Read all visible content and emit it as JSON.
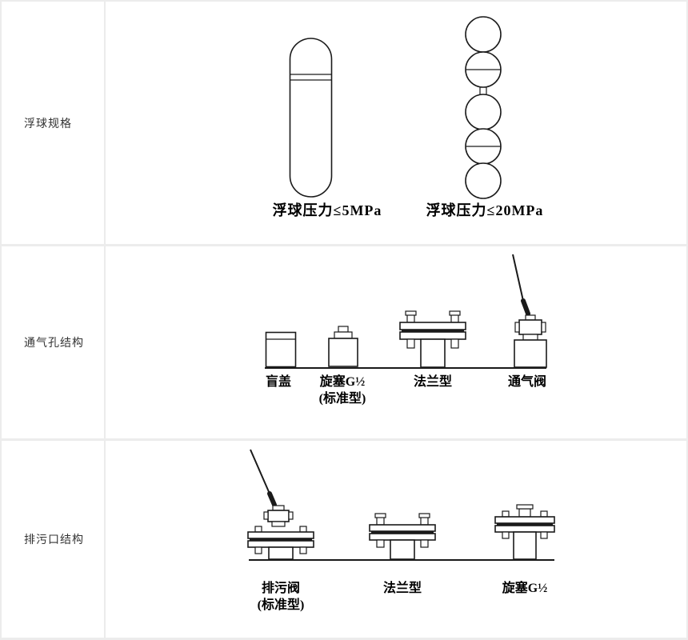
{
  "page": {
    "bg_color": "#ececec",
    "panel_bg": "#ffffff",
    "line_color": "#1a1a1a"
  },
  "rows": [
    {
      "label": "浮球规格",
      "items": [
        {
          "name": "capsule-float",
          "caption": "浮球压力≤5MPa"
        },
        {
          "name": "ball-chain-float",
          "caption": "浮球压力≤20MPa"
        }
      ]
    },
    {
      "label": "通气孔结构",
      "items": [
        {
          "name": "blind-cover",
          "caption": "盲盖"
        },
        {
          "name": "screw-plug",
          "caption": "旋塞G½",
          "caption2": "(标准型)"
        },
        {
          "name": "flange-type",
          "caption": "法兰型"
        },
        {
          "name": "vent-valve",
          "caption": "通气阀"
        }
      ]
    },
    {
      "label": "排污口结构",
      "items": [
        {
          "name": "drain-valve",
          "caption": "排污阀",
          "caption2": "(标准型)"
        },
        {
          "name": "flange-type",
          "caption": "法兰型"
        },
        {
          "name": "screw-plug",
          "caption": "旋塞G½"
        }
      ]
    }
  ]
}
